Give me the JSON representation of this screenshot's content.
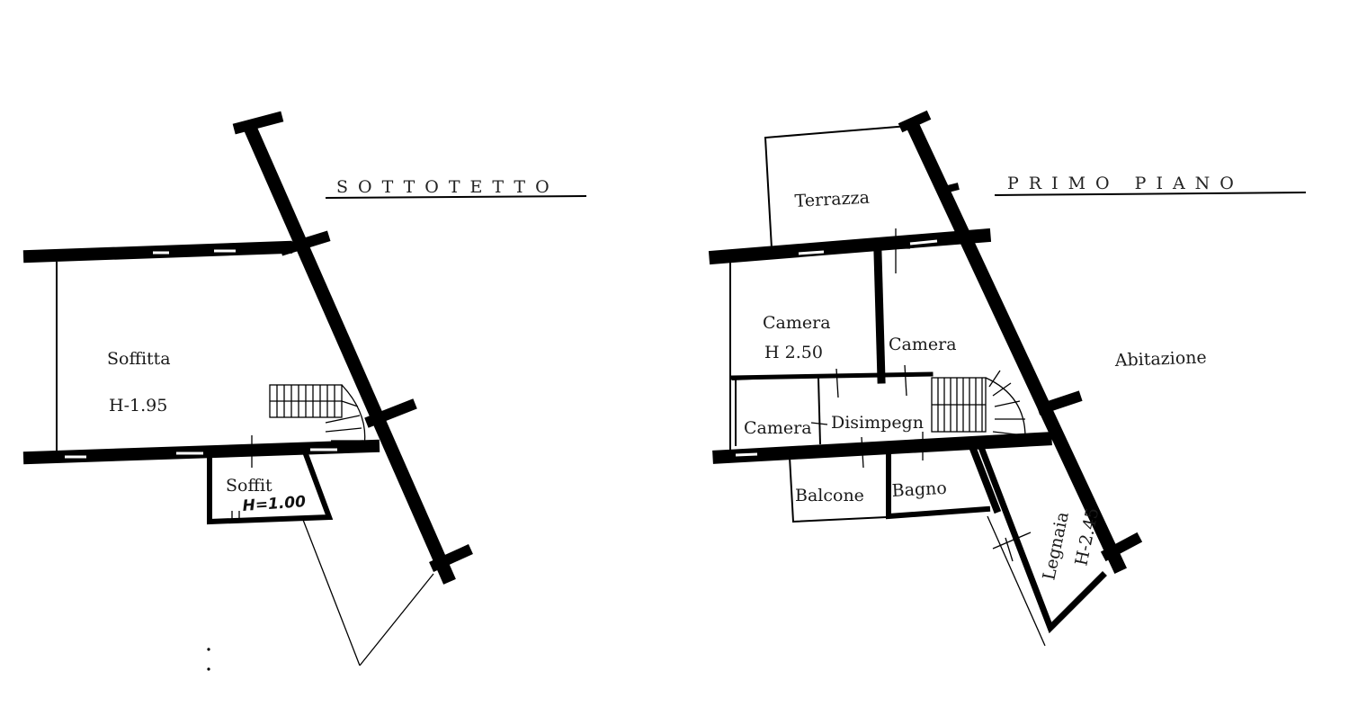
{
  "plans": {
    "attic": {
      "title": "SOTTOTETTO",
      "rooms": {
        "soffitta_name": "Soffitta",
        "soffitta_height": "H-1.95",
        "soffit_small_name": "Soffit",
        "soffit_small_height": "H=1.00"
      }
    },
    "first_floor": {
      "title": "PRIMO PIANO",
      "rooms": {
        "terrazza": "Terrazza",
        "camera_1": "Camera",
        "camera_1_height": "H 2.50",
        "camera_2": "Camera",
        "camera_3": "Camera",
        "disimpegno": "Disimpegn",
        "balcone": "Balcone",
        "bagno": "Bagno",
        "legnaia": "Legnaia",
        "legnaia_height": "H-2.45"
      },
      "side_label": "Abitazione"
    }
  }
}
